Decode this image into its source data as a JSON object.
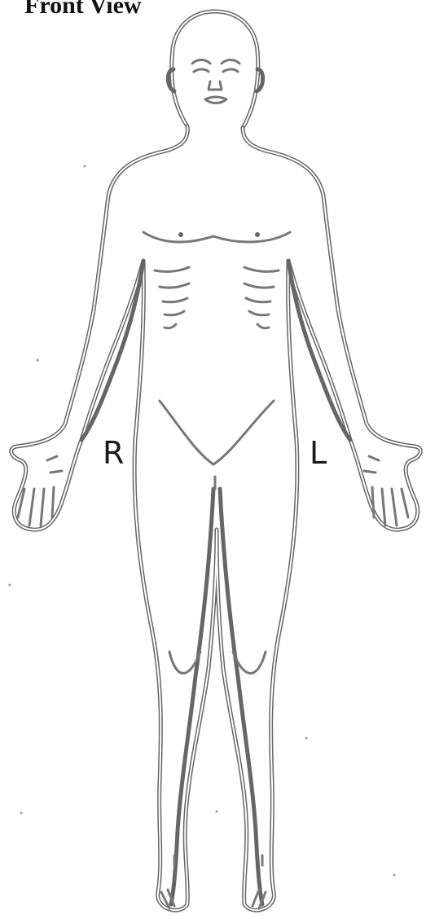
{
  "diagram": {
    "title": "Front View",
    "right_label": "R",
    "left_label": "L"
  }
}
